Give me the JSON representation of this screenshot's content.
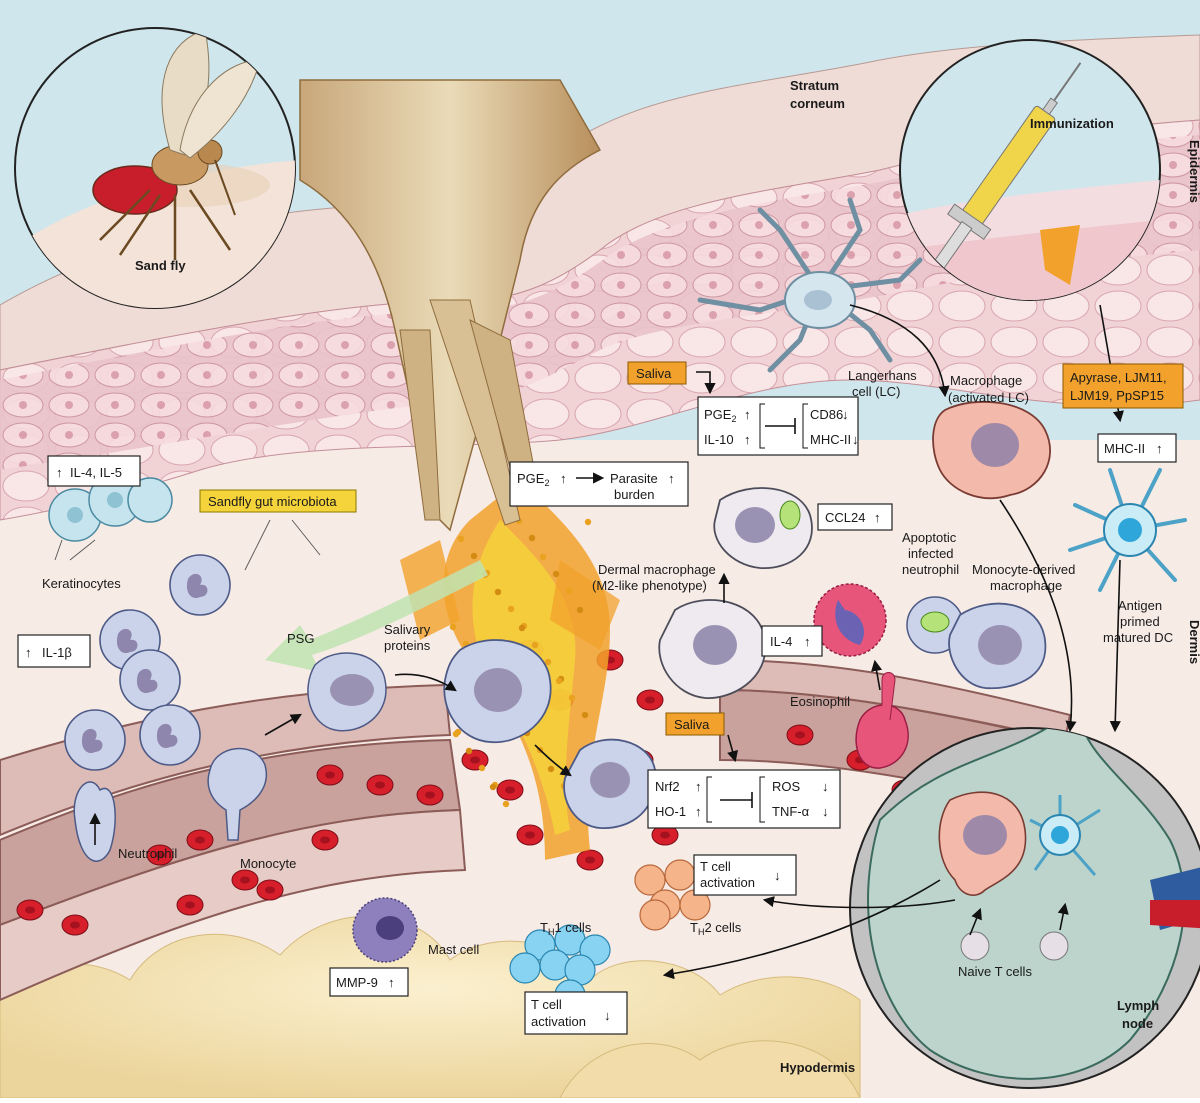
{
  "labels": {
    "sand_fly": "Sand fly",
    "immunization": "Immunization",
    "stratum_corneum_1": "Stratum",
    "stratum_corneum_2": "corneum",
    "epidermis": "Epidermis",
    "dermis": "Dermis",
    "hypodermis": "Hypodermis",
    "lymph_node_1": "Lymph",
    "lymph_node_2": "node",
    "langerhans_1": "Langerhans",
    "langerhans_2": "cell (LC)",
    "macrophage_lc_1": "Macrophage",
    "macrophage_lc_2": "(activated LC)",
    "keratinocytes": "Keratinocytes",
    "psg": "PSG",
    "salivary_proteins_1": "Salivary",
    "salivary_proteins_2": "proteins",
    "dermal_macrophage_1": "Dermal macrophage",
    "dermal_macrophage_2": "(M2-like phenotype)",
    "apoptotic_1": "Apoptotic",
    "apoptotic_2": "infected",
    "apoptotic_3": "neutrophil",
    "monocyte_derived_1": "Monocyte-derived",
    "monocyte_derived_2": "macrophage",
    "antigen_1": "Antigen",
    "antigen_2": "primed",
    "antigen_3": "matured DC",
    "eosinophil": "Eosinophil",
    "neutrophil": "Neutrophil",
    "monocyte": "Monocyte",
    "mast_cell": "Mast cell",
    "th1_cells": "1 cells",
    "th2_cells": "2 cells",
    "th_prefix": "T",
    "th_sub": "H",
    "naive_t": "Naive T cells"
  },
  "boxes": {
    "il4_il5": "IL-4, IL-5",
    "sandfly_gut": "Sandfly gut microbiota",
    "il1b": "IL-1β",
    "saliva_top": "Saliva",
    "pge2_top": "PGE",
    "pge2_sub": "2",
    "il10": "IL-10",
    "cd86": "CD86",
    "mhcii_top": "MHC-II",
    "pge2_mid": "PGE",
    "parasite_1": "Parasite",
    "parasite_2": "burden",
    "ccl24": "CCL24",
    "il4": "IL-4",
    "apyrase": "Apyrase, LJM11,",
    "apyrase_2": "LJM19, PpSP15",
    "mhcii_dc": "MHC-II",
    "saliva_bottom": "Saliva",
    "nrf2": "Nrf2",
    "ho1": "HO-1",
    "ros": "ROS",
    "tnfa": "TNF-α",
    "tcell_act_1": "T cell",
    "tcell_act_2": "activation",
    "tcell_act_b1": "T cell",
    "tcell_act_b2": "activation",
    "mmp9": "MMP-9"
  },
  "colors": {
    "sky": "#cfe6ec",
    "epidermis": "#e8c7cd",
    "cell_fill": "#f2d7da",
    "dermis": "#f7ebe6",
    "fat": "#f4e3b8",
    "vessel": "#c9a29d",
    "rbc": "#d71e2b",
    "saliva_yellow": "#f5d33a",
    "saliva_orange": "#f2a22c",
    "cell_blue": "#b9c4e0",
    "macrophage_pink": "#f3b9aa",
    "node_green": "#bcd4cc"
  }
}
